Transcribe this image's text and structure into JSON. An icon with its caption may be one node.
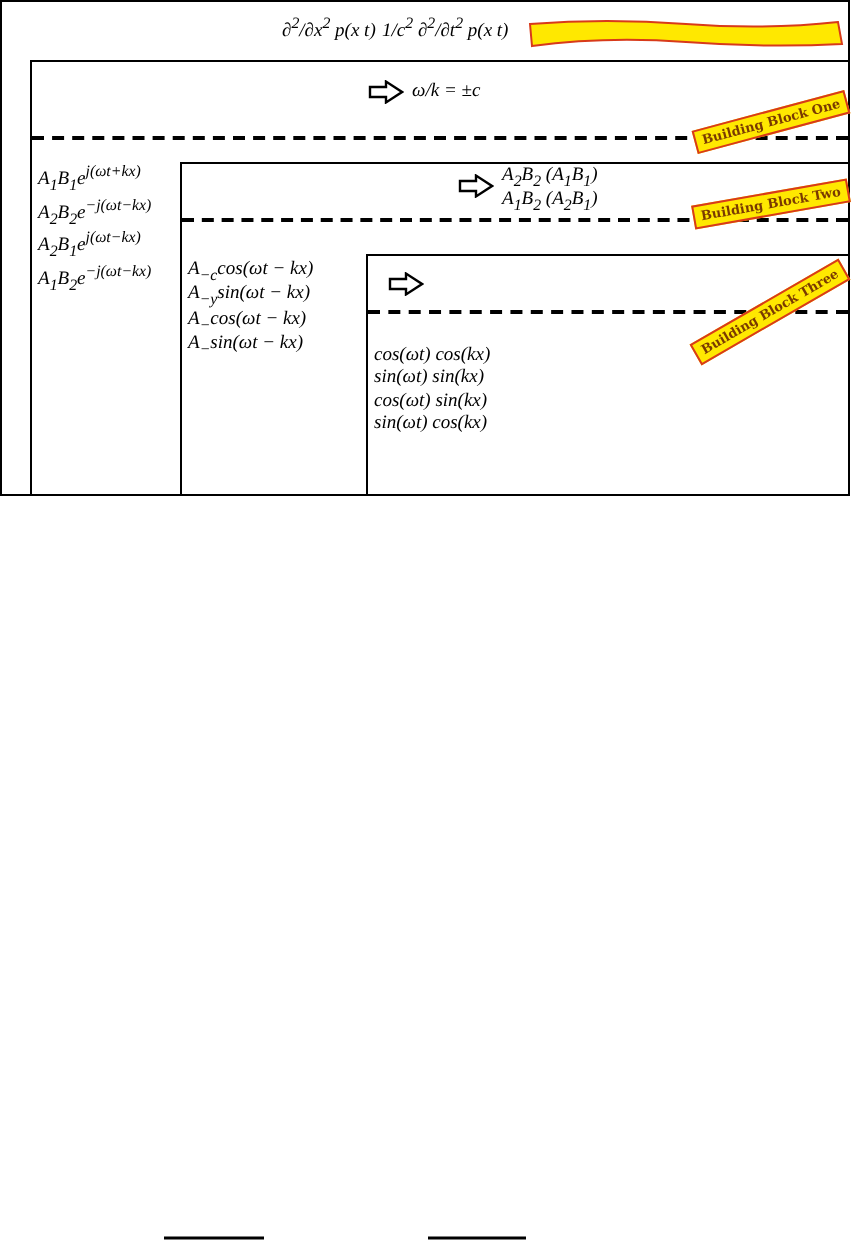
{
  "diagram": {
    "nodes": [
      {
        "text": [
          "∂$^{2}$/∂x$^{2}$ p(x t)",
          "1/c$^{2}$ ∂$^{2}$/∂t$^{2}$ p(x t)"
        ]
      },
      {
        "text": [
          "ω/k = ±c",
          "Building Block One",
          "A$_{1}$B$_{1}$e$^{j(ωt+kx)}$ A$_{2}$B$_{2}$e$^{−j(ωt−kx)}$ A$_{2}$B$_{1}$e$^{j(ωt−kx)}$ A$_{1}$B$_{2}$e$^{−j(ωt−kx)}$"
        ],
        "in": 0
      },
      {
        "text": [
          "A$_{2}$B$_{2}$ (A$_{1}$B$_{1}$) A$_{1}$B$_{2}$ (A$_{2}$B$_{1}$)",
          "Building Block Two",
          "A$_{−c}$cos(ωt − kx) A$_{−y}$sin(ωt − kx) A$_{−}$cos(ωt − kx) A$_{−}$sin(ωt − kx)"
        ],
        "in": 1
      },
      {
        "text": [
          "Building Block Three",
          "cos(ωt) cos(kx) sin(ωt) sin(kx) cos(ωt) sin(kx) sin(ωt) cos(kx)"
        ],
        "in": 2
      }
    ]
  }
}
